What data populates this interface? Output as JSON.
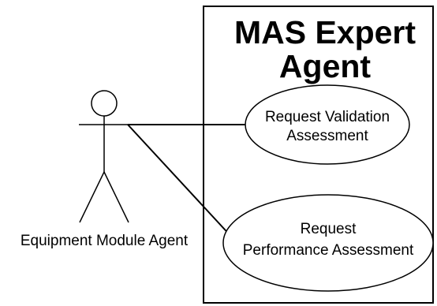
{
  "system": {
    "title_line1": "MAS Expert",
    "title_line2": "Agent"
  },
  "actor": {
    "name": "Equipment Module Agent"
  },
  "use_cases": [
    {
      "line1": "Request Validation",
      "line2": "Assessment"
    },
    {
      "line1": "Request",
      "line2": "Performance Assessment"
    }
  ],
  "colors": {
    "stroke": "#000000",
    "background": "#ffffff"
  }
}
